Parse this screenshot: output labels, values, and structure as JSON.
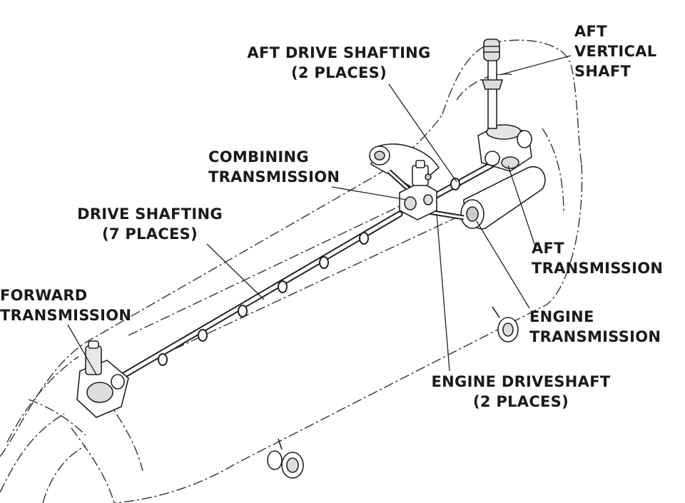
{
  "labels": {
    "aft_drive_shafting": {
      "line1": "AFT DRIVE SHAFTING",
      "line2": "(2 PLACES)"
    },
    "aft_vertical_shaft": {
      "line1": "AFT",
      "line2": "VERTICAL",
      "line3": "SHAFT"
    },
    "combining_transmission": {
      "line1": "COMBINING",
      "line2": "TRANSMISSION"
    },
    "drive_shafting": {
      "line1": "DRIVE SHAFTING",
      "line2": "(7 PLACES)"
    },
    "forward_transmission": {
      "line1": "FORWARD",
      "line2": "TRANSMISSION"
    },
    "aft_transmission": {
      "line1": "AFT",
      "line2": "TRANSMISSION"
    },
    "engine_transmission": {
      "line1": "ENGINE",
      "line2": "TRANSMISSION"
    },
    "engine_driveshaft": {
      "line1": "ENGINE DRIVESHAFT",
      "line2": "(2 PLACES)"
    }
  },
  "colors": {
    "ink": "#1a1a1a",
    "fill": "#ffffff",
    "shade": "#d8d8d8"
  }
}
